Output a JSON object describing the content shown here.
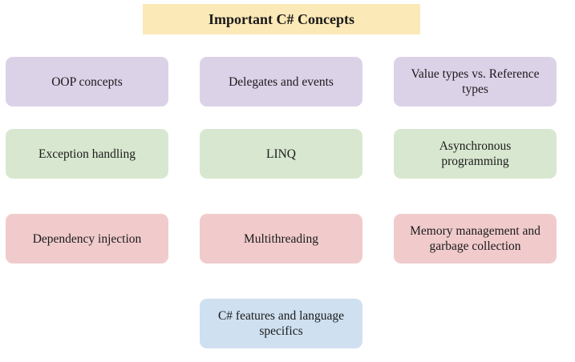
{
  "title": "Important C# Concepts",
  "concepts": [
    {
      "label": "OOP concepts",
      "color": "#dcd2e8"
    },
    {
      "label": "Delegates and events",
      "color": "#dcd2e8"
    },
    {
      "label": "Value types vs. Reference types",
      "color": "#dcd2e8"
    },
    {
      "label": "Exception handling",
      "color": "#d8e8d0"
    },
    {
      "label": "LINQ",
      "color": "#d8e8d0"
    },
    {
      "label": "Asynchronous programming",
      "color": "#d8e8d0"
    },
    {
      "label": "Dependency injection",
      "color": "#f1cbcc"
    },
    {
      "label": "Multithreading",
      "color": "#f1cbcc"
    },
    {
      "label": "Memory management and garbage collection",
      "color": "#f1cbcc"
    },
    {
      "label": "C# features and language specifics",
      "color": "#cfe0f0"
    }
  ]
}
